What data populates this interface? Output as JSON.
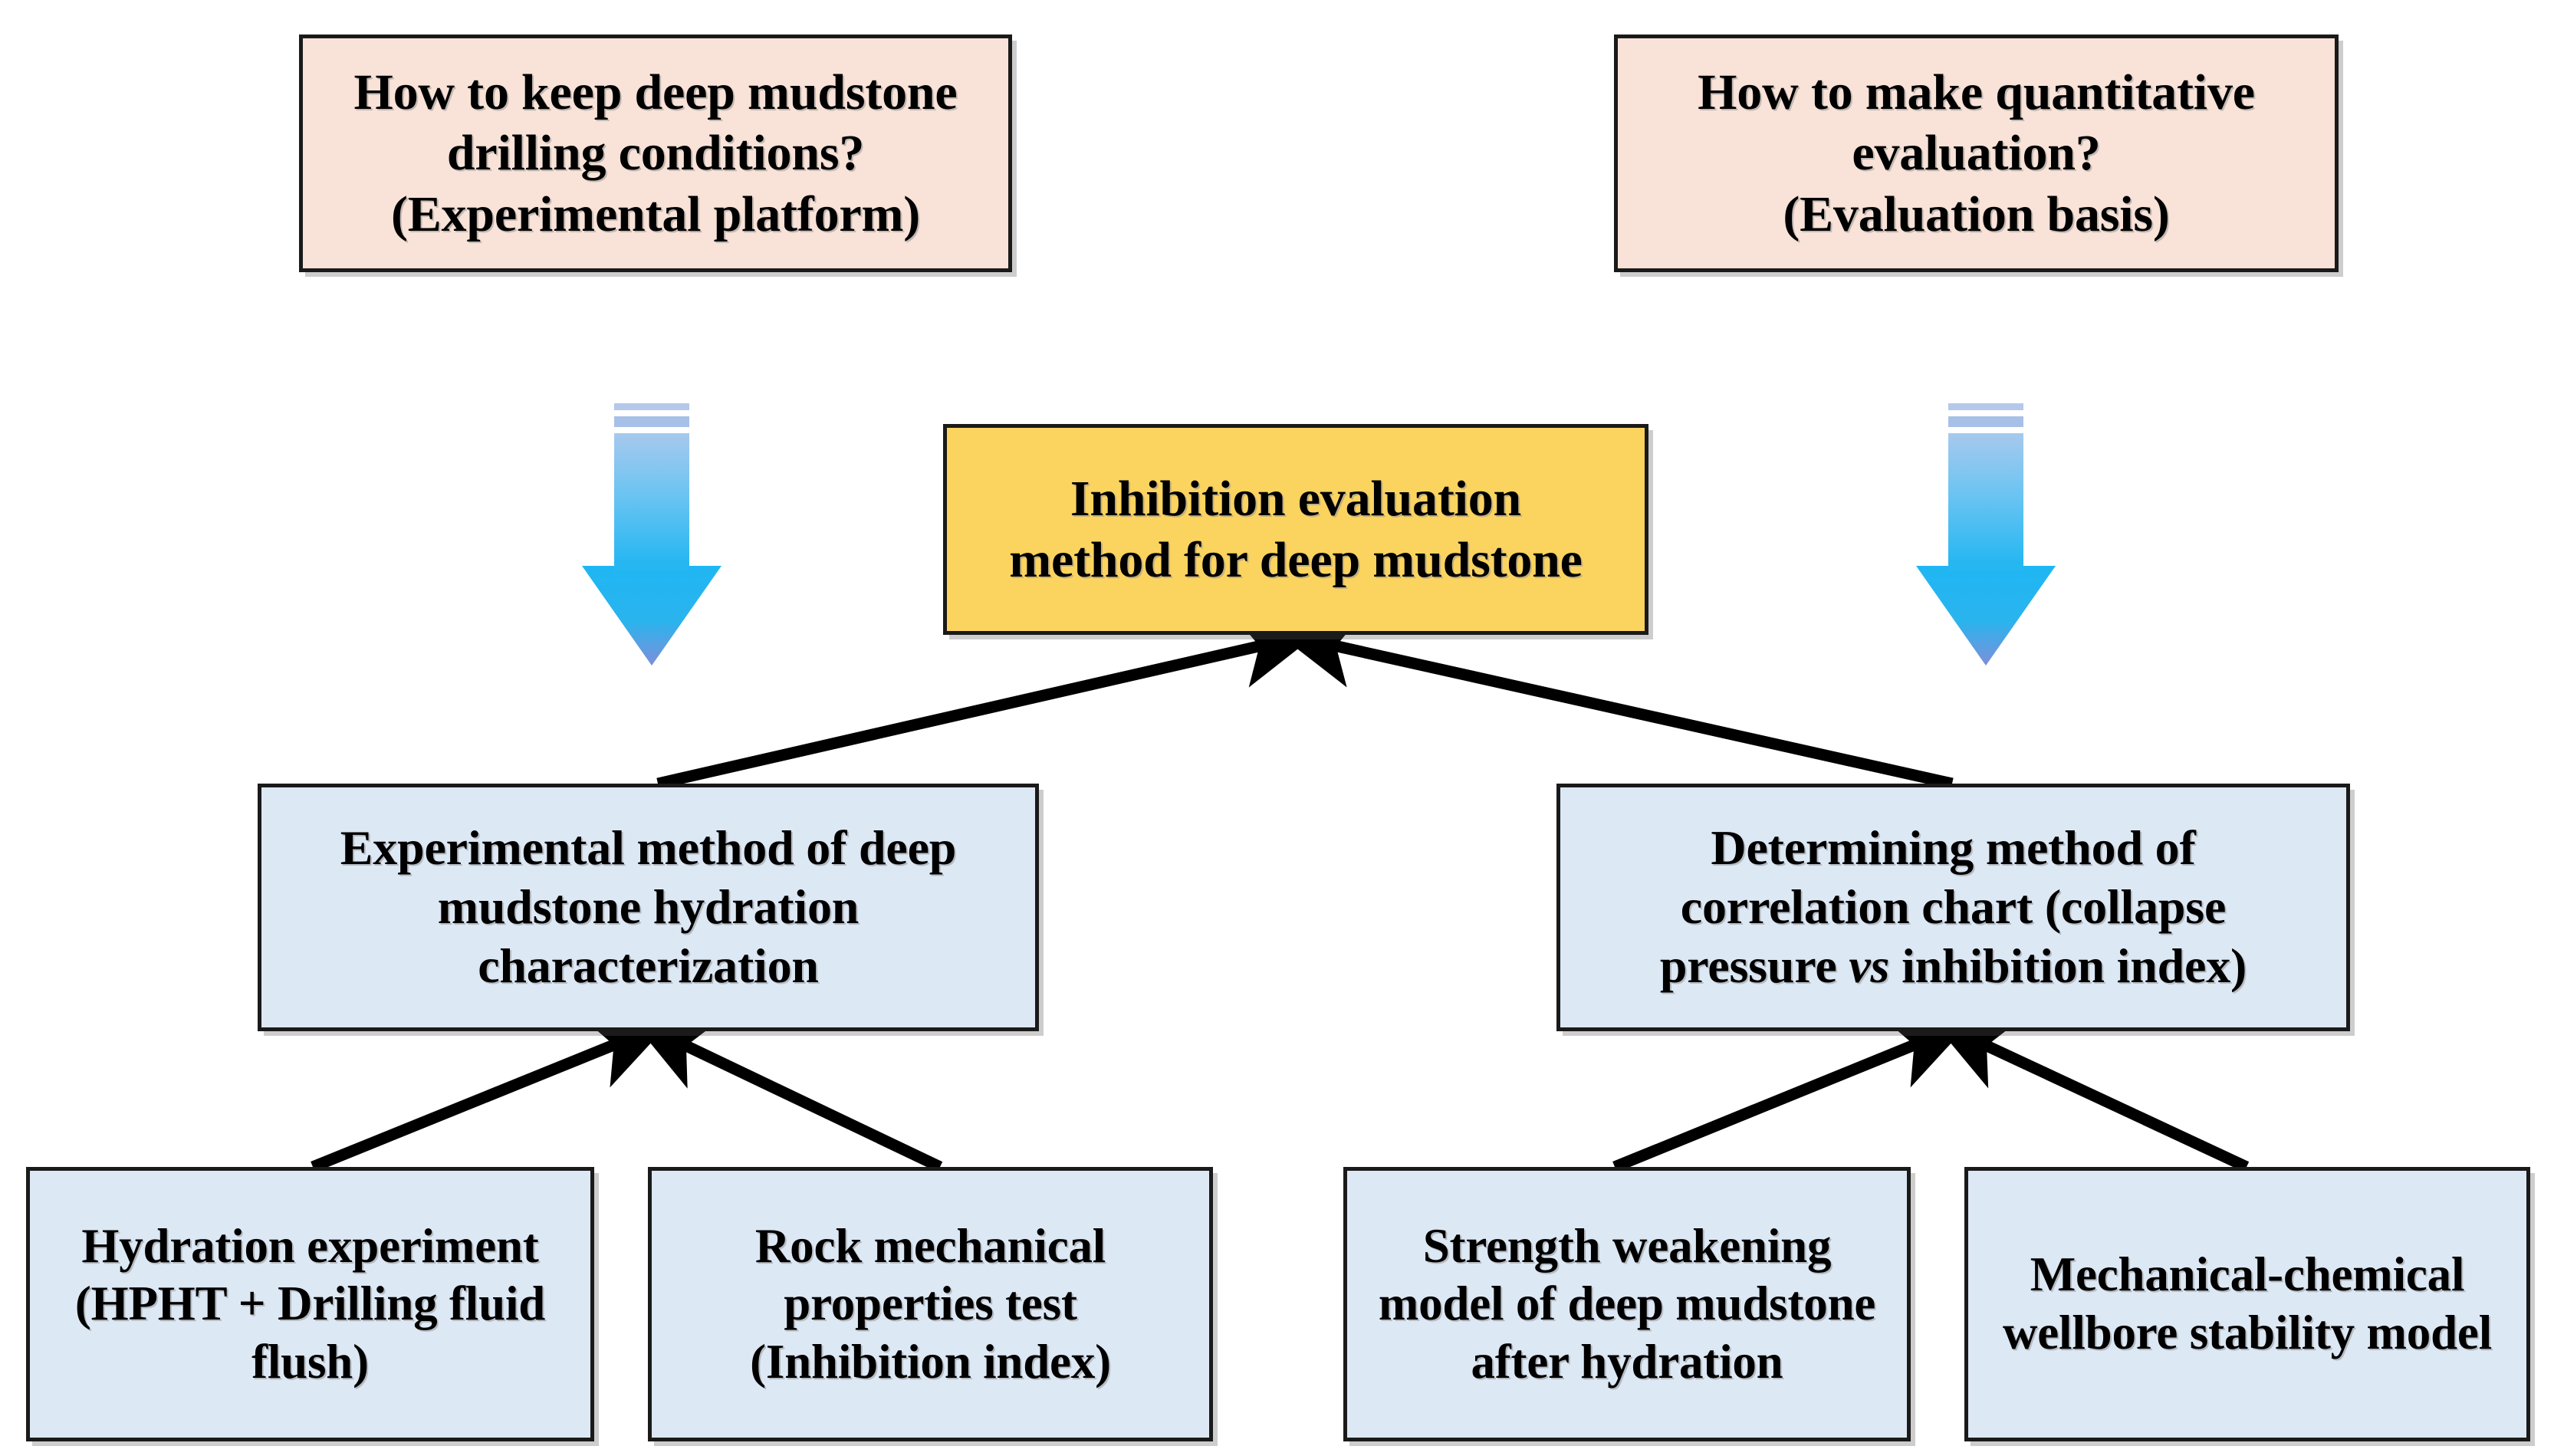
{
  "diagram": {
    "title_flow": "Inhibition evaluation method for deep mudstone",
    "colors": {
      "question_box": "#f9e2d7",
      "core_box": "#fbd35f",
      "method_box": "#dde8f5",
      "border": "#1a1a1a",
      "arrow_black": "#000000",
      "arrow_blue_top": "#a9c4ec",
      "arrow_blue_mid": "#2eb8ef",
      "arrow_blue_tip": "#6f86d8"
    },
    "questions": [
      {
        "id": "question-left",
        "line1": "How to keep deep mudstone",
        "line2": "drilling conditions?",
        "line3": "(Experimental platform)"
      },
      {
        "id": "question-right",
        "line1": "How to make quantitative",
        "line2": "evaluation?",
        "line3": "(Evaluation basis)"
      }
    ],
    "core": {
      "line1": "Inhibition evaluation",
      "line2": "method for deep mudstone"
    },
    "methods": [
      {
        "id": "method-left",
        "line1": "Experimental method of deep",
        "line2": "mudstone hydration",
        "line3": "characterization"
      },
      {
        "id": "method-right",
        "line1": "Determining method of",
        "line2": "correlation chart (collapse",
        "line3_a": "pressure ",
        "line3_em": "vs",
        "line3_b": " inhibition index)"
      }
    ],
    "leaves": [
      {
        "id": "leaf-hydration-experiment",
        "line1": "Hydration experiment",
        "line2": "(HPHT + Drilling fluid",
        "line3": "flush)"
      },
      {
        "id": "leaf-rock-mechanical-test",
        "line1": "Rock mechanical",
        "line2": "properties test",
        "line3": "(Inhibition index)"
      },
      {
        "id": "leaf-strength-weakening-model",
        "line1": "Strength weakening",
        "line2": "model of deep mudstone",
        "line3": "after hydration"
      },
      {
        "id": "leaf-wellbore-stability-model",
        "line1": "Mechanical-chemical",
        "line2": "wellbore stability model",
        "line3": ""
      }
    ],
    "arrows": {
      "big_down_left": "blue-down-arrow",
      "big_down_right": "blue-down-arrow",
      "connector_count": 6
    }
  }
}
